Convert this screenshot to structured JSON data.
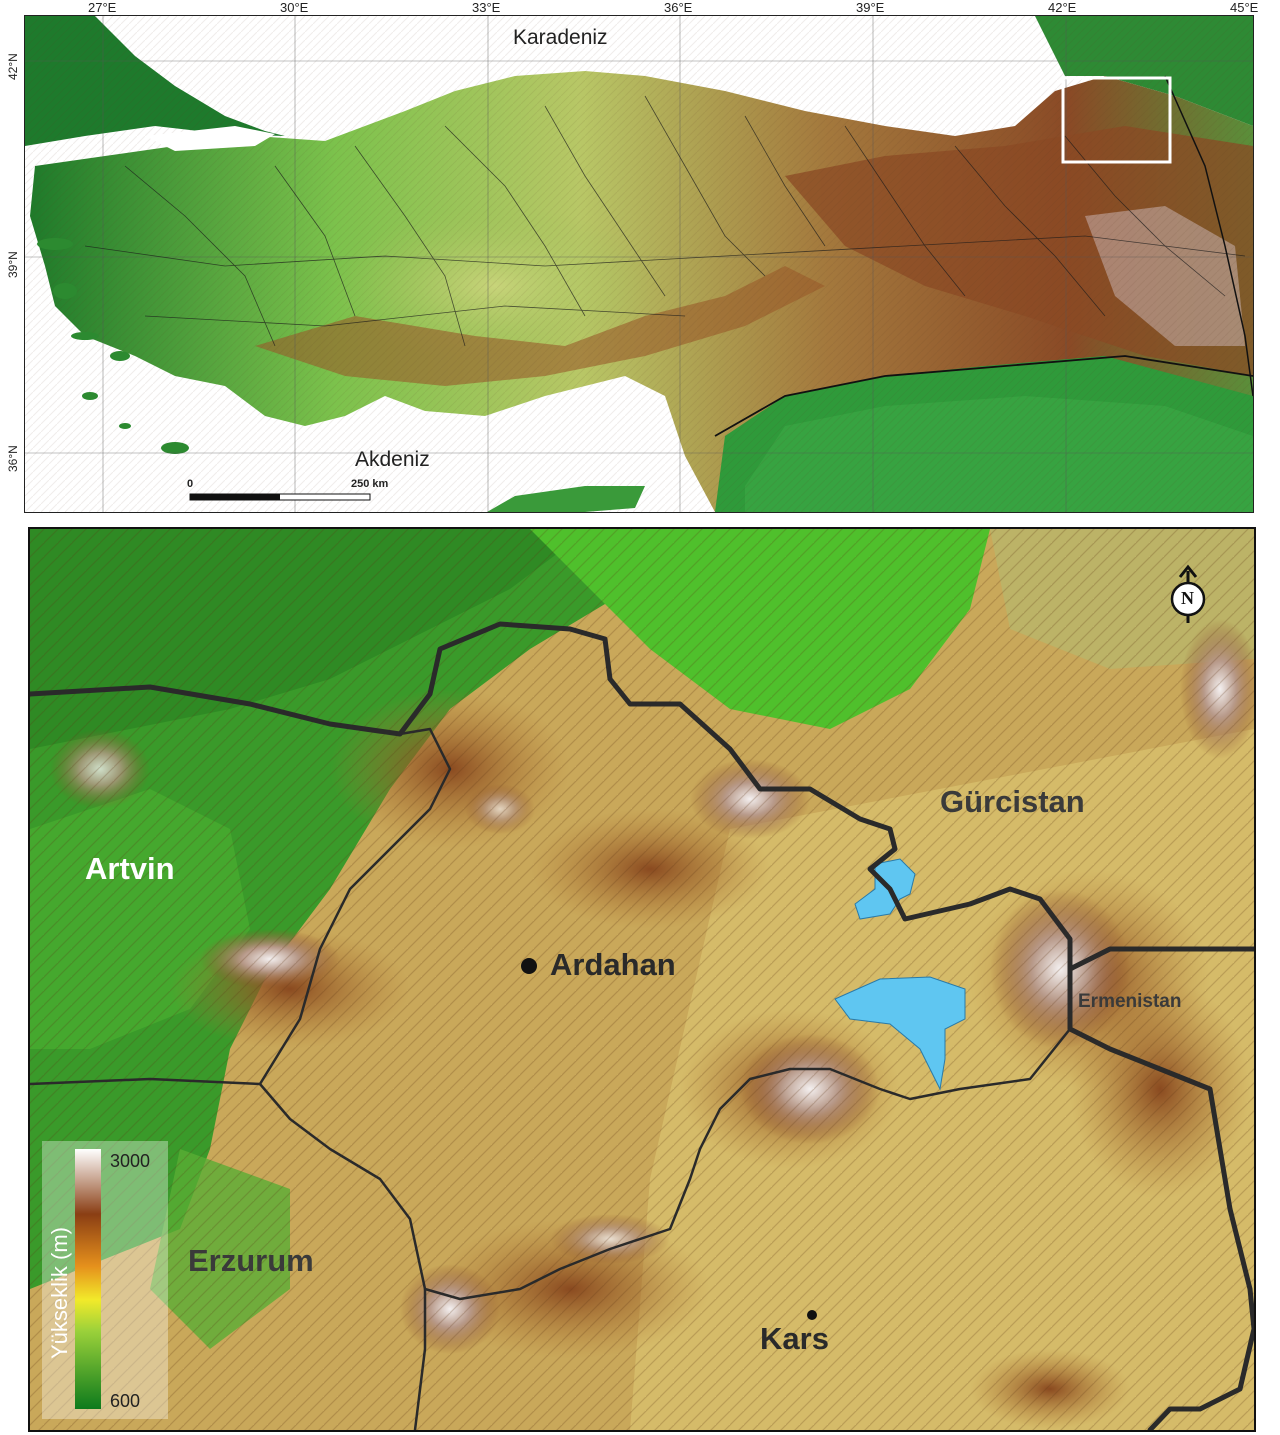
{
  "overview_map": {
    "longitude_labels": [
      "27°E",
      "30°E",
      "33°E",
      "36°E",
      "39°E",
      "42°E",
      "45°E"
    ],
    "latitude_labels": [
      "42°N",
      "39°N",
      "36°N"
    ],
    "sea_labels": {
      "north": "Karadeniz",
      "south": "Akdeniz"
    },
    "scale_bar": {
      "start": "0",
      "end": "250 km"
    },
    "inset_box_color": "#ffffff"
  },
  "detail_map": {
    "places": {
      "artvin": "Artvin",
      "ardahan": "Ardahan",
      "erzurum": "Erzurum",
      "kars": "Kars",
      "georgia": "Gürcistan",
      "armenia": "Ermenistan"
    },
    "north_arrow": "N",
    "legend": {
      "title": "Yükseklik (m)",
      "max": "3000",
      "min": "600"
    }
  },
  "colors": {
    "sea": "#ffffff",
    "lowland_green": "#1f8a2a",
    "plain_green": "#8ccf55",
    "upland_tan": "#c9a457",
    "mountain_brown": "#8a4a22",
    "peak_white": "#f0ecec",
    "lake_blue": "#5fc6f1",
    "border": "#222222"
  }
}
